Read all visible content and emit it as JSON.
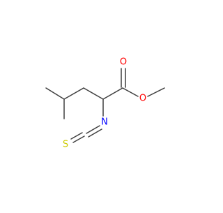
{
  "molecule": {
    "atoms": {
      "carbonyl_oxygen": "O",
      "ester_oxygen": "O",
      "nitrogen": "N",
      "sulfur": "S"
    }
  },
  "colors": {
    "bond": "#3f3f3f",
    "oxygen": "#ff0000",
    "nitrogen": "#0000ff",
    "sulfur": "#cccc00",
    "background": "#ffffff"
  }
}
